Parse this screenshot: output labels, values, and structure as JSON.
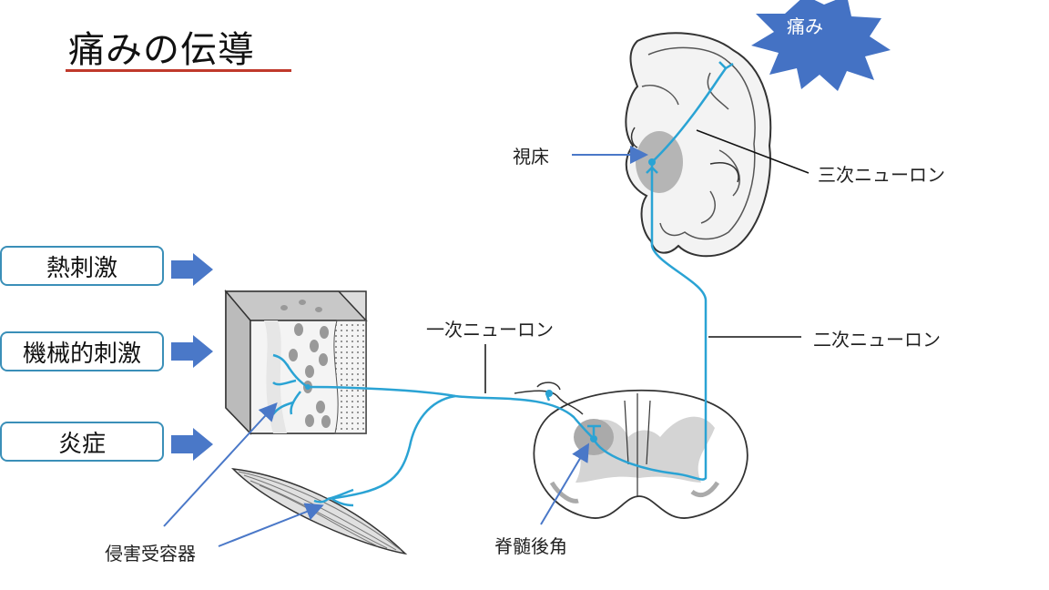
{
  "title": "痛みの伝導",
  "pain_burst": "痛み",
  "stimuli": [
    "熱刺激",
    "機械的刺激",
    "炎症"
  ],
  "labels": {
    "thalamus": "視床",
    "third_neuron": "三次ニューロン",
    "second_neuron": "二次ニューロン",
    "first_neuron": "一次ニューロン",
    "dorsal_horn": "脊髄後角",
    "nociceptor": "侵害受容器"
  },
  "colors": {
    "neuron": "#2aa3d4",
    "arrow": "#4a78c8",
    "burst": "#4472c4",
    "box_border": "#3a8fb8",
    "title_underline": "#c0392b"
  }
}
